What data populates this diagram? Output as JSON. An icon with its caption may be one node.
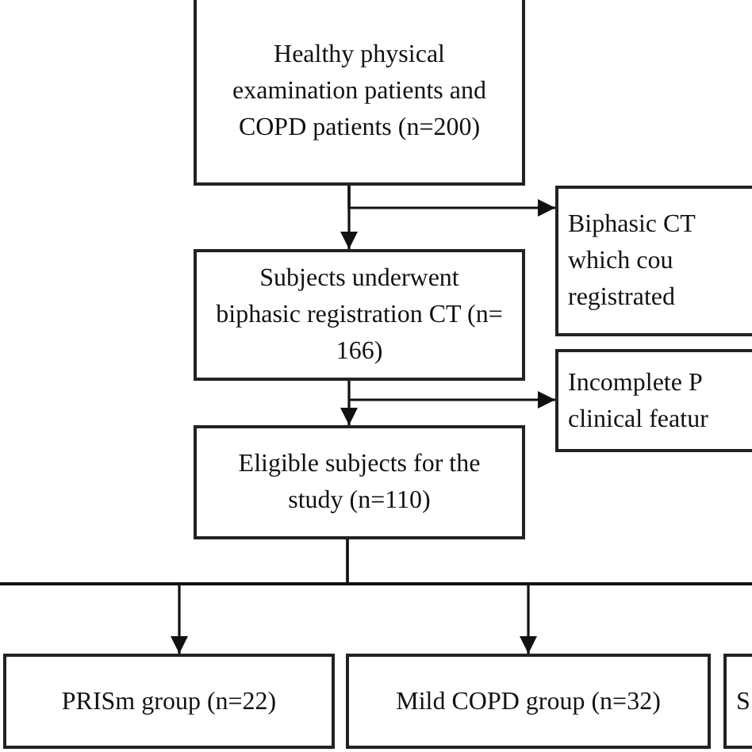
{
  "diagram": {
    "nodes": [
      {
        "text": [
          "Healthy physical examination patients and COPD patients (n=200)"
        ]
      },
      {
        "text": [
          "Biphasic CT which cou registrated"
        ]
      },
      {
        "text": [
          "Subjects underwent biphasic registration CT (n= 166)"
        ]
      },
      {
        "text": [
          "Incomplete P clinical featur"
        ]
      },
      {
        "text": [
          "Eligible subjects for the study (n=110)"
        ]
      },
      {
        "text": [
          "PRISm group (n=22)"
        ]
      },
      {
        "text": [
          "Mild COPD group (n=32)"
        ]
      },
      {
        "text": [
          "S"
        ]
      }
    ],
    "edges": [
      {
        "from": 0,
        "to": 2,
        "arrow": "to"
      },
      {
        "from": 0,
        "to": 1,
        "arrow": "to"
      },
      {
        "from": 2,
        "to": 4,
        "arrow": "to"
      },
      {
        "from": 2,
        "to": 3,
        "arrow": "to"
      },
      {
        "from": 4,
        "to": 5,
        "arrow": "to"
      },
      {
        "from": 4,
        "to": 6,
        "arrow": "to"
      }
    ]
  }
}
